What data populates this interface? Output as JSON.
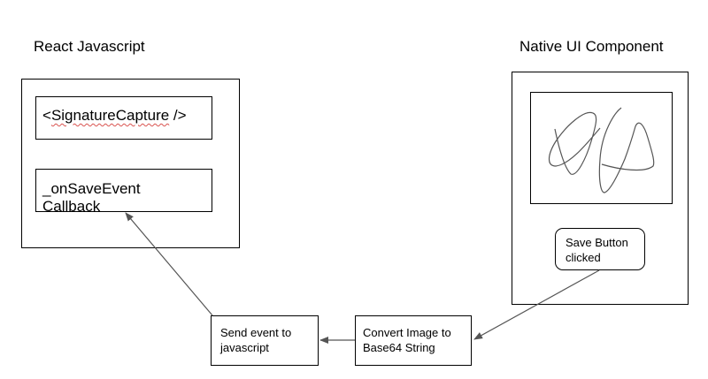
{
  "react_section": {
    "title": "React Javascript",
    "component_tag_open": "<",
    "component_name": "SignatureCapture",
    "component_tag_close": " />",
    "callback_lines": [
      "_onSaveEvent",
      "Callback"
    ]
  },
  "native_section": {
    "title": "Native UI Component",
    "save_button_lines": [
      "Save Button",
      "clicked"
    ]
  },
  "flow": {
    "send_event_lines": [
      "Send event to",
      "javascript"
    ],
    "convert_lines": [
      "Convert Image to",
      "Base64 String"
    ]
  },
  "colors": {
    "line": "#000000",
    "arrow": "#555555",
    "spellcheck": "#d9534f"
  }
}
